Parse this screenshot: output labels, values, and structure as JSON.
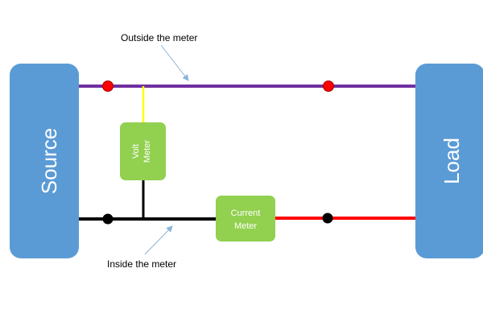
{
  "labels": {
    "outside_meter": "Outside the meter",
    "inside_meter": "Inside the meter"
  },
  "blocks": {
    "source": "Source",
    "load": "Load",
    "volt_meter": [
      "Volt",
      "Meter"
    ],
    "current_meter": [
      "Current",
      "Meter"
    ]
  },
  "colors": {
    "block_blue": "#5b9bd5",
    "meter_green": "#92d050",
    "top_wire": "#7030a0",
    "bottom_wire": "#000000",
    "load_wire": "#ff0000",
    "volt_lead": "#ffff00",
    "red_node": "#ff0000",
    "black_node": "#000000",
    "callout_arrow": "#8ab4d8"
  }
}
